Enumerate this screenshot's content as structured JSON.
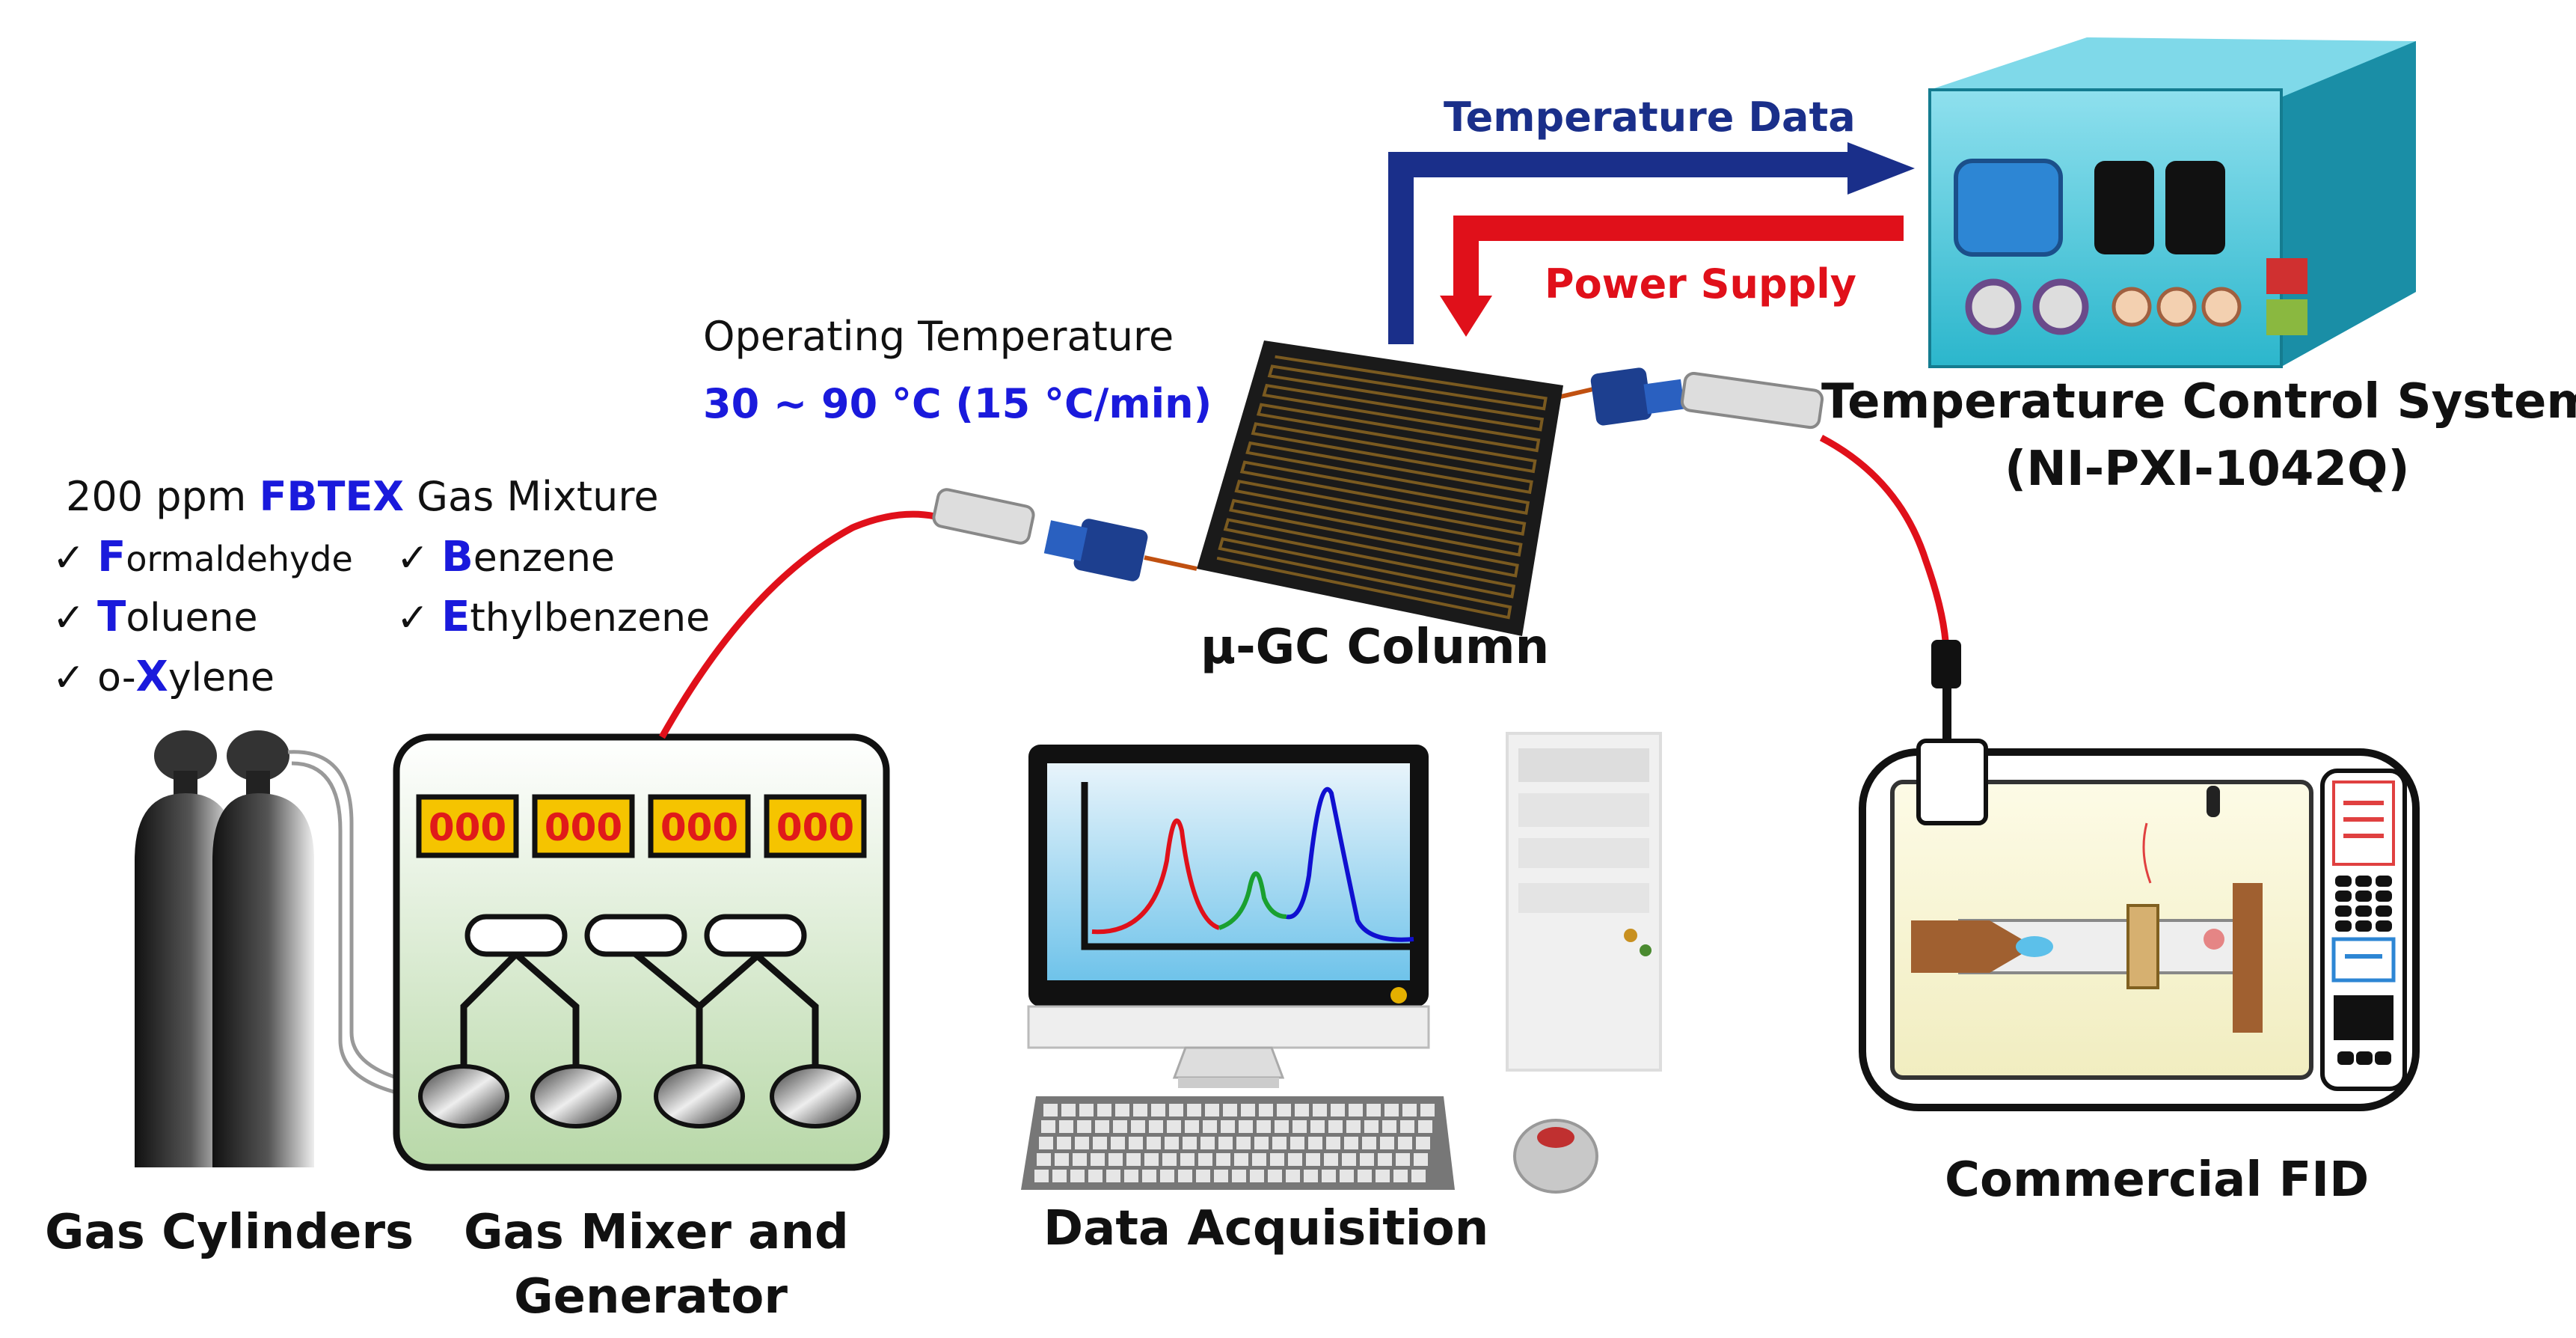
{
  "labels": {
    "temp_data": "Temperature Data",
    "power_supply": "Power Supply",
    "op_temp_title": "Operating Temperature",
    "op_temp_value": "30 ~ 90 °C (15 °C/min)",
    "tcs_line1": "Temperature Control System",
    "tcs_line2": "(NI-PXI-1042Q)",
    "column": "μ-GC Column",
    "data_acq": "Data Acquisition",
    "fid": "Commercial FID",
    "cylinders": "Gas Cylinders",
    "mixer_line1": "Gas Mixer and",
    "mixer_line2": "Generator"
  },
  "mixture": {
    "prefix": "200 ppm ",
    "highlight": "FBTEX",
    "suffix": " Gas Mixture",
    "items": [
      {
        "check": "✓",
        "first": "F",
        "rest": "ormaldehyde"
      },
      {
        "check": "✓",
        "first": "B",
        "rest": "enzene"
      },
      {
        "check": "✓",
        "first": "T",
        "rest": "oluene"
      },
      {
        "check": "✓",
        "first": "E",
        "rest": "thylbenzene"
      },
      {
        "check": "✓",
        "pre": "o-",
        "first": "X",
        "rest": "ylene"
      }
    ]
  },
  "displays": [
    "000",
    "000",
    "000",
    "000"
  ],
  "colors": {
    "navy_arrow": "#1a2f8a",
    "red_arrow": "#e0101a",
    "tubing": "#e0101a",
    "highlight_text": "#1a1adc",
    "control_box": "#2bb6cc",
    "display_fill": "#f5c400",
    "display_text": "#e01a1a",
    "peak_red": "#e0101a",
    "peak_green": "#1aa030",
    "peak_blue": "#1010d0"
  }
}
